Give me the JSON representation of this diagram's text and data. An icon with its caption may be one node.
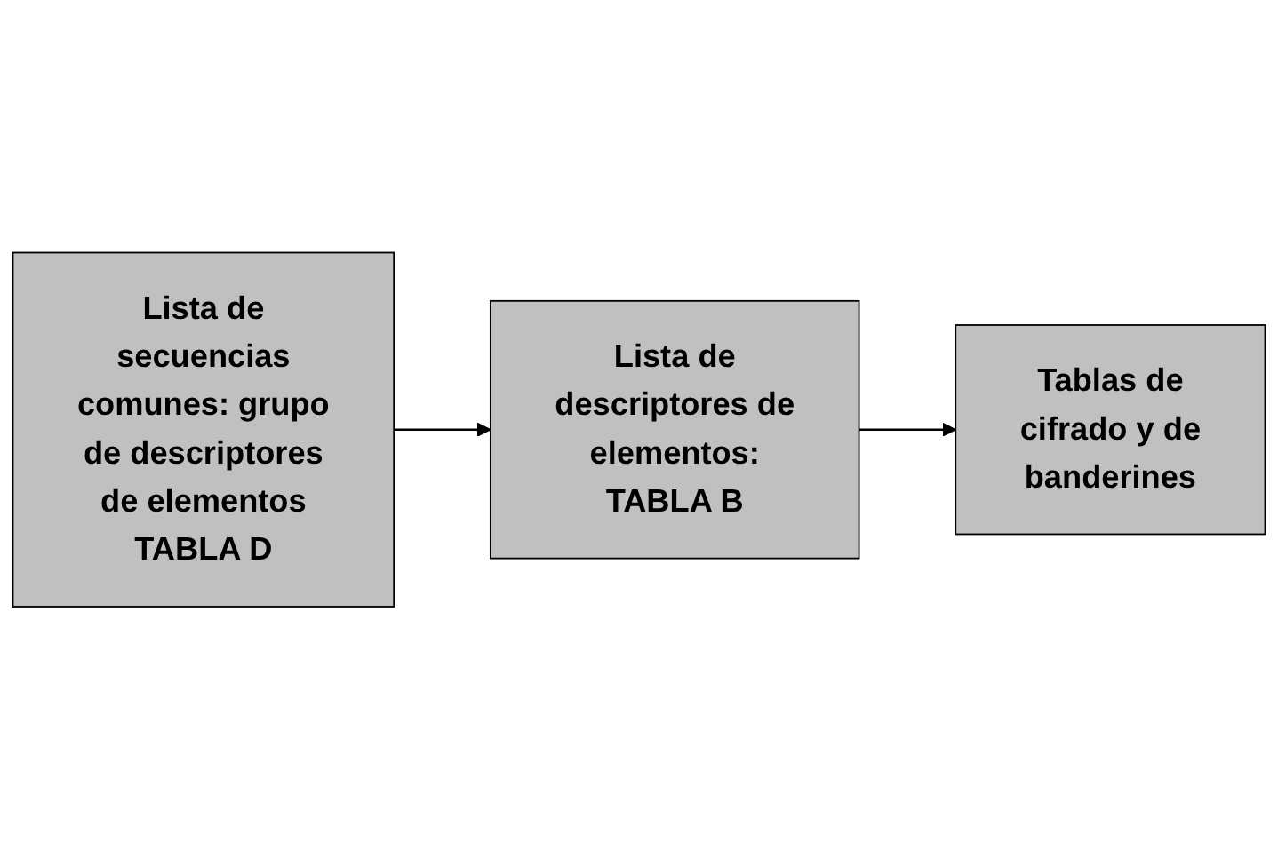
{
  "diagram": {
    "nodes": [
      {
        "text": [
          "Lista de secuencias comunes: grupo de descriptores de elementos TABLA D"
        ]
      },
      {
        "text": [
          "Lista de descriptores de elementos: TABLA B"
        ]
      },
      {
        "text": [
          "Tablas de cifrado y de banderines"
        ]
      }
    ],
    "edges": [
      {
        "from": 0,
        "to": 1,
        "arrow": "to"
      },
      {
        "from": 1,
        "to": 2,
        "arrow": "to"
      }
    ]
  }
}
